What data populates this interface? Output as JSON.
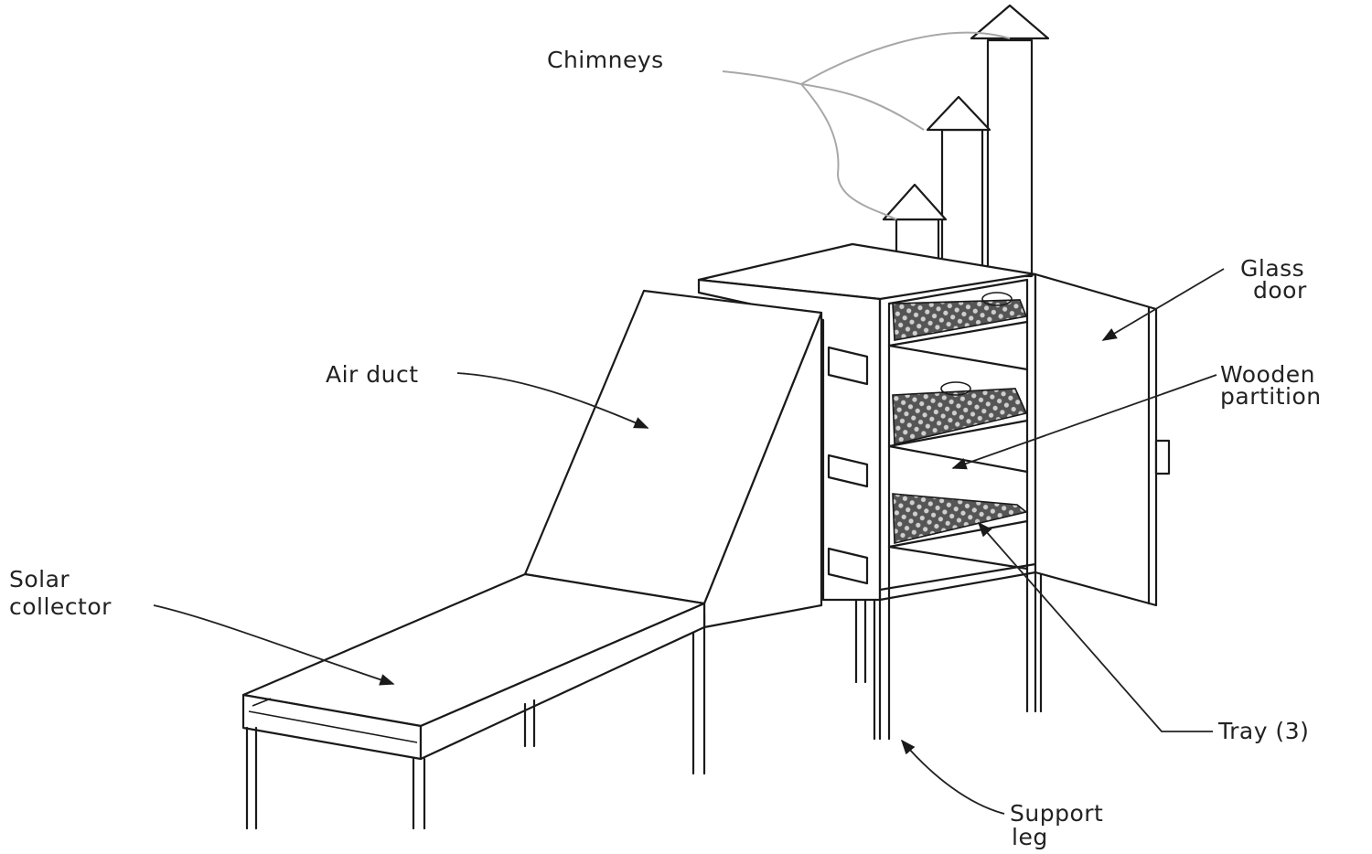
{
  "diagram": {
    "labels": {
      "chimneys": "Chimneys",
      "glass_door_1": "Glass",
      "glass_door_2": "door",
      "air_duct": "Air duct",
      "wooden_partition_1": "Wooden",
      "wooden_partition_2": "partition",
      "solar_collector_1": "Solar",
      "solar_collector_2": "collector",
      "tray": "Tray (3)",
      "support_leg_1": "Support",
      "support_leg_2": "leg"
    },
    "colors": {
      "line": "#1a1a1a",
      "leader_chimneys": "#a8a8a8",
      "mesh": "#3a3a3a"
    }
  }
}
